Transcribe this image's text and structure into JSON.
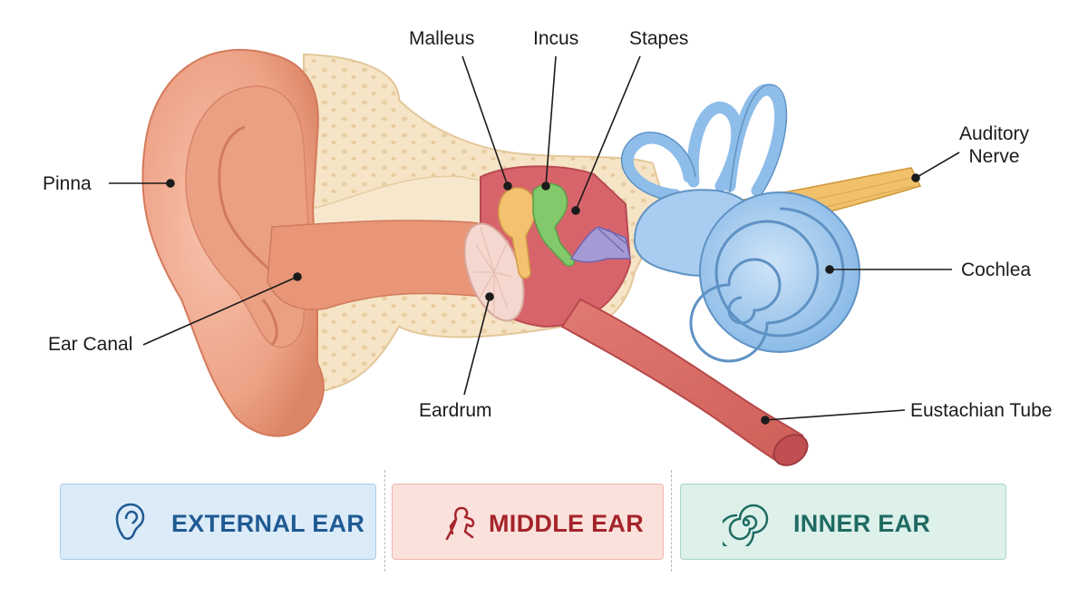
{
  "labels": {
    "malleus": "Malleus",
    "incus": "Incus",
    "stapes": "Stapes",
    "auditory_nerve": [
      "Auditory",
      "Nerve"
    ],
    "pinna": "Pinna",
    "cochlea": "Cochlea",
    "ear_canal": "Ear Canal",
    "eardrum": "Eardrum",
    "eustachian_tube": "Eustachian Tube"
  },
  "sections": [
    {
      "label": "EXTERNAL EAR",
      "icon": "ear-icon",
      "bg": "#dcebf8",
      "border": "#a9cbe9",
      "text": "#1f5a93"
    },
    {
      "label": "MIDDLE EAR",
      "icon": "ossicles-icon",
      "bg": "#fbe1dc",
      "border": "#efb6ab",
      "text": "#a5242a"
    },
    {
      "label": "INNER EAR",
      "icon": "spiral-icon",
      "bg": "#ddf0ea",
      "border": "#a8d6c8",
      "text": "#1f6b62"
    }
  ],
  "colors": {
    "skin": "#f0a98d",
    "skin_dark": "#d97f63",
    "bone": "#f5e3c4",
    "middle_ear": "#d9636b",
    "malleus": "#f3c170",
    "incus": "#82c96c",
    "stapes": "#9a8fcf",
    "inner_ear": "#8fc0ec",
    "nerve": "#f1c06a"
  }
}
